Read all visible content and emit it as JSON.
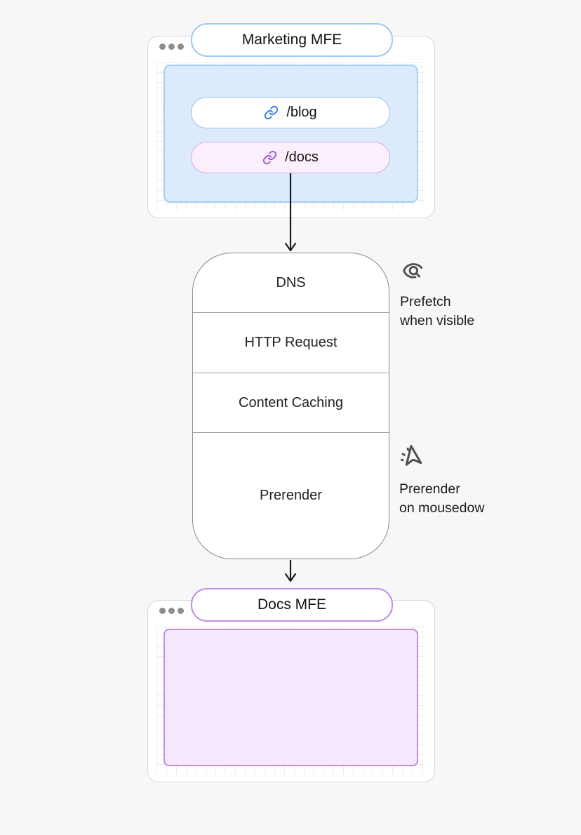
{
  "colors": {
    "page_bg": "#f7f7f8",
    "window_border": "#d6d6d6",
    "blue_accent": "#9ec9f3",
    "blue_panel_fill": "#dcebfc",
    "blue_link_icon": "#2e7ce8",
    "purple_accent": "#bf8cea",
    "purple_pill_fill": "#fbeffc",
    "purple_panel_fill": "#f5e7fc",
    "purple_link_icon": "#a157d8",
    "arrow": "#1a1a1a",
    "annotation_icon": "#4f4f4f"
  },
  "marketing_window": {
    "title": "Marketing MFE",
    "links": [
      {
        "label": "/blog",
        "icon": "link-icon"
      },
      {
        "label": "/docs",
        "icon": "link-icon"
      }
    ]
  },
  "pipeline": {
    "steps": [
      {
        "label": "DNS"
      },
      {
        "label": "HTTP Request"
      },
      {
        "label": "Content Caching"
      },
      {
        "label": "Prerender"
      }
    ]
  },
  "annotations": [
    {
      "icon": "eye-search-icon",
      "line1": "Prefetch",
      "line2": "when visible"
    },
    {
      "icon": "mouse-pointer-click-icon",
      "line1": "Prerender",
      "line2": "on mousedow"
    }
  ],
  "docs_window": {
    "title": "Docs MFE"
  }
}
